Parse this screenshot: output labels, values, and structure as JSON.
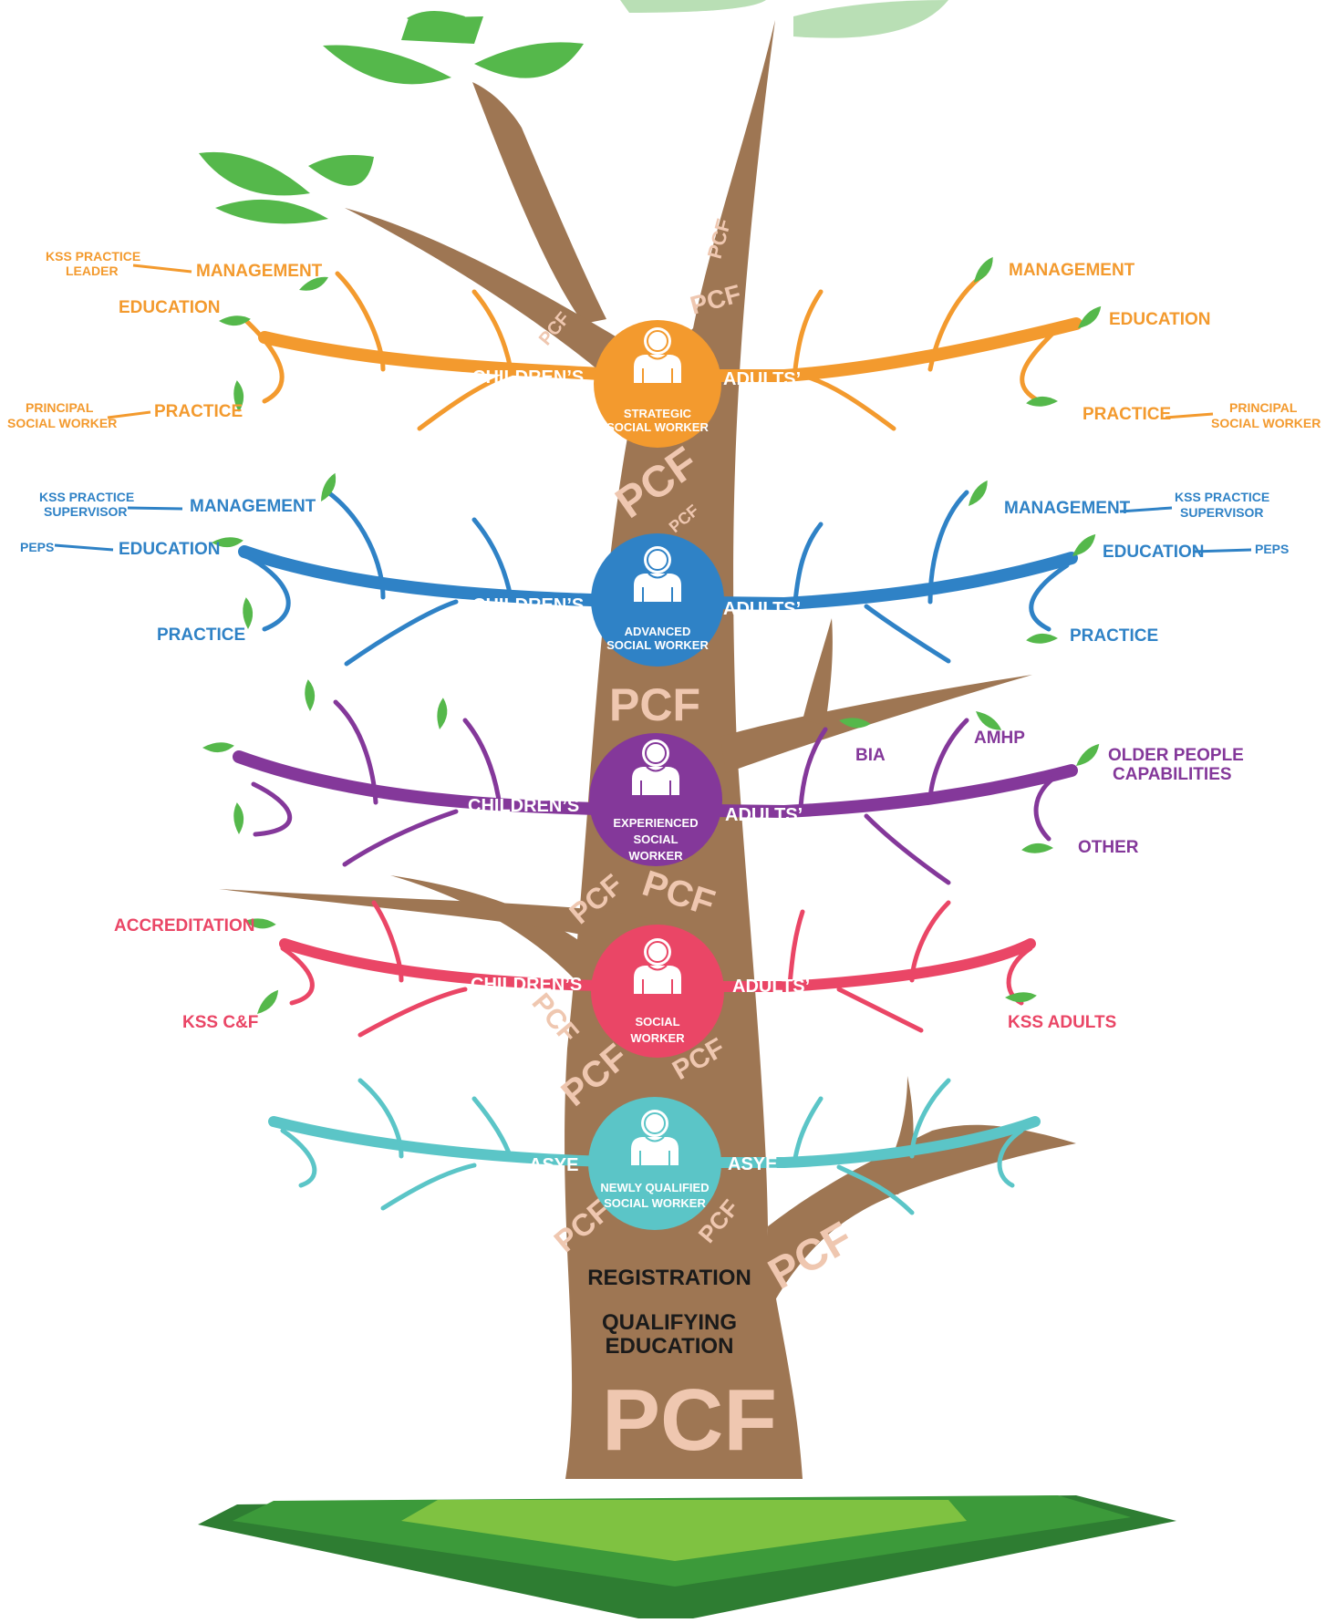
{
  "colors": {
    "trunk": "#9e7653",
    "leaf": "#55b84b",
    "leaf_pale": "#b9dfb5",
    "pcf_text": "#efc7b0",
    "ground_dark": "#2e7d32",
    "ground_mid": "#3c9a3a",
    "ground_light": "#7fc241",
    "strategic": "#f39a2e",
    "advanced": "#2f82c6",
    "experienced": "#84389a",
    "social": "#ea4666",
    "newly": "#5bc5c7"
  },
  "icons": {
    "person": "person-icon",
    "leaf": "leaf-icon"
  },
  "tiers": {
    "strategic": {
      "role_line1": "STRATEGIC",
      "role_line2": "SOCIAL WORKER",
      "left_branch": "CHILDREN’S",
      "right_branch": "ADULTS’",
      "left": {
        "management": "MANAGEMENT",
        "education": "EDUCATION",
        "practice": "PRACTICE",
        "kss_leader_1": "KSS PRACTICE",
        "kss_leader_2": "LEADER",
        "principal_1": "PRINCIPAL",
        "principal_2": "SOCIAL WORKER"
      },
      "right": {
        "management": "MANAGEMENT",
        "education": "EDUCATION",
        "practice": "PRACTICE",
        "principal_1": "PRINCIPAL",
        "principal_2": "SOCIAL WORKER"
      }
    },
    "advanced": {
      "role_line1": "ADVANCED",
      "role_line2": "SOCIAL WORKER",
      "left_branch": "CHILDREN’S",
      "right_branch": "ADULTS’",
      "left": {
        "management": "MANAGEMENT",
        "education": "EDUCATION",
        "practice": "PRACTICE",
        "kss_sup_1": "KSS PRACTICE",
        "kss_sup_2": "SUPERVISOR",
        "peps": "PEPS"
      },
      "right": {
        "management": "MANAGEMENT",
        "education": "EDUCATION",
        "practice": "PRACTICE",
        "kss_sup_1": "KSS PRACTICE",
        "kss_sup_2": "SUPERVISOR",
        "peps": "PEPS"
      }
    },
    "experienced": {
      "role_line1": "EXPERIENCED",
      "role_line2": "SOCIAL",
      "role_line3": "WORKER",
      "left_branch": "CHILDREN’S",
      "right_branch": "ADULTS’",
      "right": {
        "bia": "BIA",
        "amhp": "AMHP",
        "older_1": "OLDER PEOPLE",
        "older_2": "CAPABILITIES",
        "other": "OTHER"
      }
    },
    "social": {
      "role_line1": "SOCIAL",
      "role_line2": "WORKER",
      "left_branch": "CHILDREN’S",
      "right_branch": "ADULTS’",
      "left": {
        "accreditation": "ACCREDITATION",
        "kss_cf": "KSS C&F"
      },
      "right": {
        "kss_adults": "KSS ADULTS"
      }
    },
    "newly": {
      "role_line1": "NEWLY QUALIFIED",
      "role_line2": "SOCIAL WORKER",
      "left_branch": "ASYE",
      "right_branch": "ASYE"
    }
  },
  "trunk": {
    "registration": "REGISTRATION",
    "qualifying_1": "QUALIFYING",
    "qualifying_2": "EDUCATION",
    "pcf": "PCF"
  }
}
